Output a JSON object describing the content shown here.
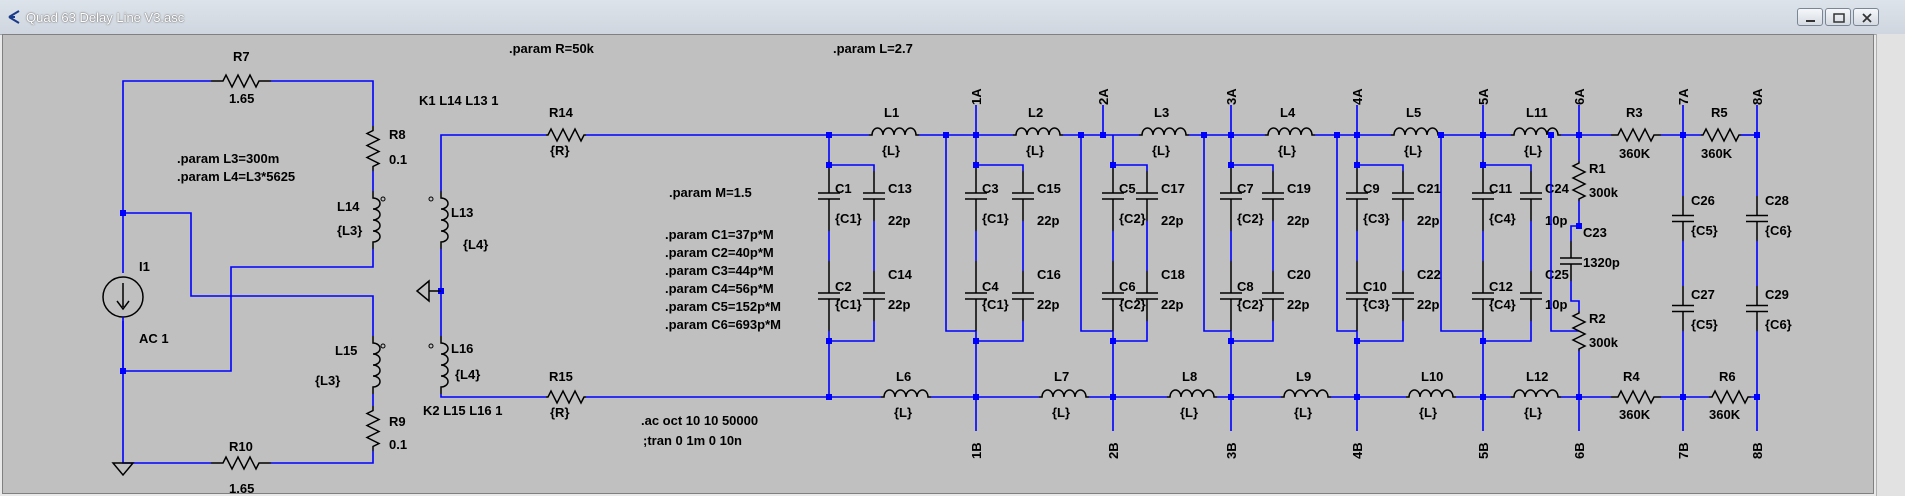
{
  "window": {
    "title": "Quad 63 Delay Line V3.asc",
    "buttons": [
      "minimize-button",
      "maximize-button",
      "close-button"
    ]
  },
  "directives": {
    "param_R": ".param R=50k",
    "param_L": ".param L=2.7",
    "param_L3": ".param L3=300m",
    "param_L4": ".param L4=L3*5625",
    "param_M": ".param M=1.5",
    "param_C1": ".param C1=37p*M",
    "param_C2": ".param C2=40p*M",
    "param_C3": ".param C3=44p*M",
    "param_C4": ".param C4=56p*M",
    "param_C5": ".param C5=152p*M",
    "param_C6": ".param C6=693p*M",
    "k1": "K1 L14 L13 1",
    "k2": "K2 L15 L16 1",
    "ac": ".ac oct 10 10 50000",
    "tran": ";tran 0 1m 0 10n"
  },
  "components": {
    "R7": {
      "name": "R7",
      "value": "1.65"
    },
    "R8": {
      "name": "R8",
      "value": "0.1"
    },
    "R9": {
      "name": "R9",
      "value": "0.1"
    },
    "R10": {
      "name": "R10",
      "value": "1.65"
    },
    "R14": {
      "name": "R14",
      "value": "{R}"
    },
    "R15": {
      "name": "R15",
      "value": "{R}"
    },
    "R1": {
      "name": "R1",
      "value": "300k"
    },
    "R2": {
      "name": "R2",
      "value": "300k"
    },
    "R3": {
      "name": "R3",
      "value": "360K"
    },
    "R4": {
      "name": "R4",
      "value": "360K"
    },
    "R5": {
      "name": "R5",
      "value": "360K"
    },
    "R6": {
      "name": "R6",
      "value": "360K"
    },
    "I1": {
      "name": "I1",
      "value": "AC 1"
    },
    "L14": {
      "name": "L14",
      "value": "{L3}"
    },
    "L15": {
      "name": "L15",
      "value": "{L3}"
    },
    "L13": {
      "name": "L13",
      "value": "{L4}"
    },
    "L16": {
      "name": "L16",
      "value": "{L4}"
    },
    "L1": {
      "name": "L1",
      "value": "{L}"
    },
    "L2": {
      "name": "L2",
      "value": "{L}"
    },
    "L3": {
      "name": "L3",
      "value": "{L}"
    },
    "L4": {
      "name": "L4",
      "value": "{L}"
    },
    "L5": {
      "name": "L5",
      "value": "{L}"
    },
    "L11": {
      "name": "L11",
      "value": "{L}"
    },
    "L6": {
      "name": "L6",
      "value": "{L}"
    },
    "L7": {
      "name": "L7",
      "value": "{L}"
    },
    "L8": {
      "name": "L8",
      "value": "{L}"
    },
    "L9": {
      "name": "L9",
      "value": "{L}"
    },
    "L10": {
      "name": "L10",
      "value": "{L}"
    },
    "L12": {
      "name": "L12",
      "value": "{L}"
    },
    "C1": {
      "name": "C1",
      "value": "{C1}"
    },
    "C2": {
      "name": "C2",
      "value": "{C1}"
    },
    "C3": {
      "name": "C3",
      "value": "{C1}"
    },
    "C4": {
      "name": "C4",
      "value": "{C1}"
    },
    "C5": {
      "name": "C5",
      "value": "{C2}"
    },
    "C6": {
      "name": "C6",
      "value": "{C2}"
    },
    "C7": {
      "name": "C7",
      "value": "{C2}"
    },
    "C8": {
      "name": "C8",
      "value": "{C2}"
    },
    "C9": {
      "name": "C9",
      "value": "{C3}"
    },
    "C10": {
      "name": "C10",
      "value": "{C3}"
    },
    "C11": {
      "name": "C11",
      "value": "{C4}"
    },
    "C12": {
      "name": "C12",
      "value": "{C4}"
    },
    "C13": {
      "name": "C13",
      "value": "22p"
    },
    "C14": {
      "name": "C14",
      "value": "22p"
    },
    "C15": {
      "name": "C15",
      "value": "22p"
    },
    "C16": {
      "name": "C16",
      "value": "22p"
    },
    "C17": {
      "name": "C17",
      "value": "22p"
    },
    "C18": {
      "name": "C18",
      "value": "22p"
    },
    "C19": {
      "name": "C19",
      "value": "22p"
    },
    "C20": {
      "name": "C20",
      "value": "22p"
    },
    "C21": {
      "name": "C21",
      "value": "22p"
    },
    "C22": {
      "name": "C22",
      "value": "22p"
    },
    "C24": {
      "name": "C24",
      "value": "10p"
    },
    "C25": {
      "name": "C25",
      "value": "10p"
    },
    "C23": {
      "name": "C23",
      "value": "1320p"
    },
    "C26": {
      "name": "C26",
      "value": "{C5}"
    },
    "C27": {
      "name": "C27",
      "value": "{C5}"
    },
    "C28": {
      "name": "C28",
      "value": "{C6}"
    },
    "C29": {
      "name": "C29",
      "value": "{C6}"
    }
  },
  "net_labels": {
    "n1A": "1A",
    "n2A": "2A",
    "n3A": "3A",
    "n4A": "4A",
    "n5A": "5A",
    "n6A": "6A",
    "n7A": "7A",
    "n8A": "8A",
    "n1B": "1B",
    "n2B": "2B",
    "n3B": "3B",
    "n4B": "4B",
    "n5B": "5B",
    "n6B": "6B",
    "n7B": "7B",
    "n8B": "8B"
  },
  "colors": {
    "wire": "#0000ff",
    "canvas": "#c0c0c0",
    "text": "#000000"
  }
}
